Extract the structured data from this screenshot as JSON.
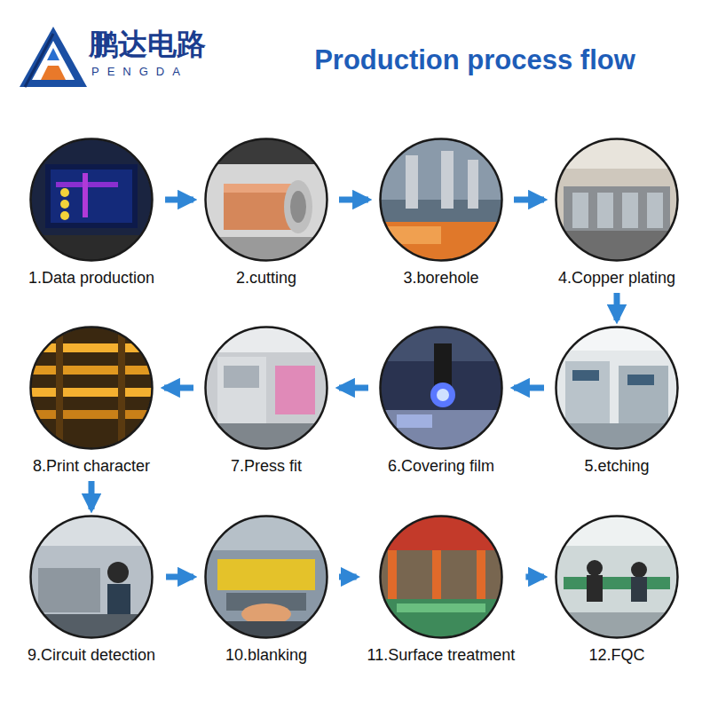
{
  "diagram": {
    "title": "Production process flow",
    "nodes": [
      {
        "text": [
          "1.Data production"
        ]
      },
      {
        "text": [
          "2.cutting"
        ]
      },
      {
        "text": [
          "3.borehole"
        ]
      },
      {
        "text": [
          "4.Copper plating"
        ]
      },
      {
        "text": [
          "5.etching"
        ]
      },
      {
        "text": [
          "6.Covering film"
        ]
      },
      {
        "text": [
          "7.Press fit"
        ]
      },
      {
        "text": [
          "8.Print character"
        ]
      },
      {
        "text": [
          "9.Circuit detection"
        ]
      },
      {
        "text": [
          "10.blanking"
        ]
      },
      {
        "text": [
          "11.Surface treatment"
        ]
      },
      {
        "text": [
          "12.FQC"
        ]
      }
    ],
    "edges": [
      {
        "from": 0,
        "to": 1,
        "arrow": "to"
      },
      {
        "from": 1,
        "to": 2,
        "arrow": "to"
      },
      {
        "from": 2,
        "to": 3,
        "arrow": "to"
      },
      {
        "from": 3,
        "to": 4,
        "arrow": "to"
      },
      {
        "from": 4,
        "to": 5,
        "arrow": "to"
      },
      {
        "from": 5,
        "to": 6,
        "arrow": "to"
      },
      {
        "from": 6,
        "to": 7,
        "arrow": "to"
      },
      {
        "from": 7,
        "to": 8,
        "arrow": "to"
      },
      {
        "from": 8,
        "to": 9,
        "arrow": "to"
      },
      {
        "from": 9,
        "to": 10,
        "arrow": "to"
      },
      {
        "from": 10,
        "to": 11,
        "arrow": "to"
      }
    ],
    "labels": [
      "鹏达电路",
      "PENGDA"
    ]
  }
}
